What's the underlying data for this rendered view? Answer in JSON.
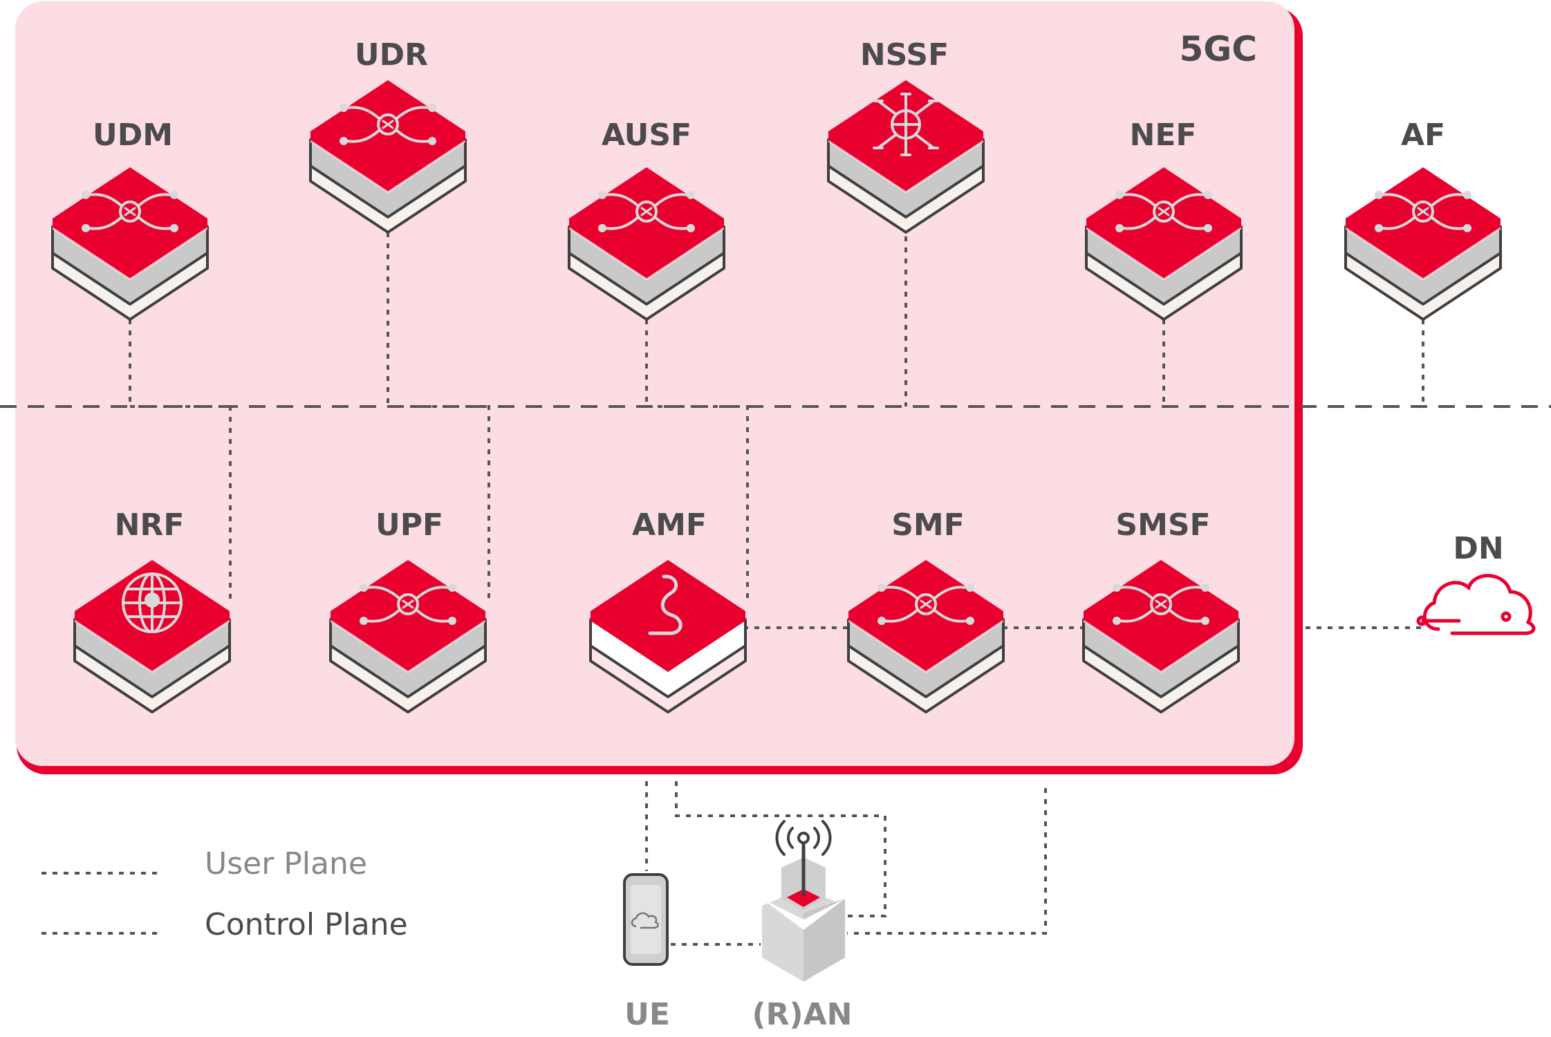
{
  "core": {
    "title": "5GC"
  },
  "functions": {
    "udm": {
      "label": "UDM"
    },
    "udr": {
      "label": "UDR"
    },
    "ausf": {
      "label": "AUSF"
    },
    "nssf": {
      "label": "NSSF"
    },
    "nef": {
      "label": "NEF"
    },
    "af": {
      "label": "AF"
    },
    "nrf": {
      "label": "NRF"
    },
    "upf": {
      "label": "UPF"
    },
    "amf": {
      "label": "AMF"
    },
    "smf": {
      "label": "SMF"
    },
    "smsf": {
      "label": "SMSF"
    }
  },
  "external": {
    "dn": "DN",
    "ue": "UE",
    "ran": "(R)AN"
  },
  "legend": {
    "user_plane": "User Plane",
    "control_plane": "Control Plane"
  },
  "colors": {
    "accent": "#e8002f",
    "core_bg": "#fddde4",
    "gray_text": "#888888",
    "dark_text": "#4b4b4d"
  }
}
